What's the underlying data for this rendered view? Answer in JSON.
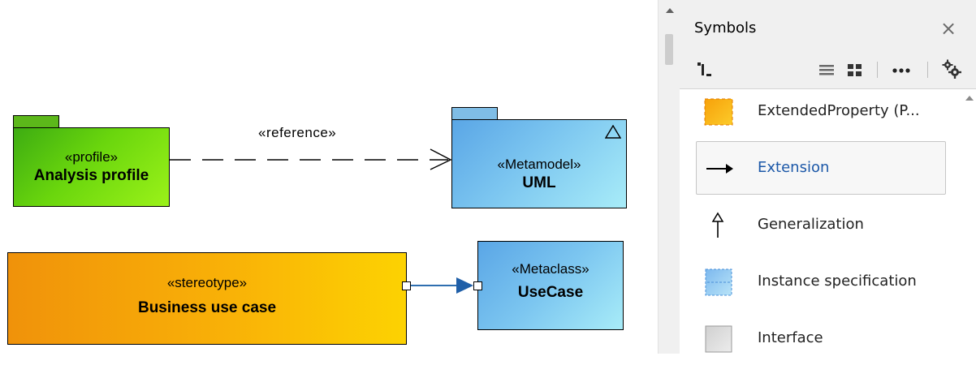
{
  "diagram": {
    "reference_label": "«reference»",
    "profile_package": {
      "stereotype": "«profile»",
      "name": "Analysis profile"
    },
    "metamodel_package": {
      "stereotype": "«Metamodel»",
      "name": "UML"
    },
    "stereotype_class": {
      "stereotype": "«stereotype»",
      "name": "Business use case"
    },
    "metaclass": {
      "stereotype": "«Metaclass»",
      "name": "UseCase"
    }
  },
  "panel": {
    "title": "Symbols",
    "close_icon": "close-icon",
    "toolbar": [
      "path-icon",
      "list-view-icon",
      "grid-view-icon",
      "more-icon",
      "settings-icon"
    ],
    "items": [
      {
        "label": "ExtendedProperty (P...",
        "icon": "extended-property-icon",
        "selected": false
      },
      {
        "label": "Extension",
        "icon": "extension-arrow-icon",
        "selected": true
      },
      {
        "label": "Generalization",
        "icon": "generalization-arrow-icon",
        "selected": false
      },
      {
        "label": "Instance specification",
        "icon": "instance-specification-icon",
        "selected": false
      },
      {
        "label": "Interface",
        "icon": "interface-icon",
        "selected": false
      }
    ]
  },
  "colors": {
    "profile_green": "#6ad60d",
    "metamodel_blue": "#7cc6f0",
    "stereotype_orange": "#f9b107",
    "extension_arrow": "#2f6fb0",
    "selected_label": "#1c58a8"
  }
}
